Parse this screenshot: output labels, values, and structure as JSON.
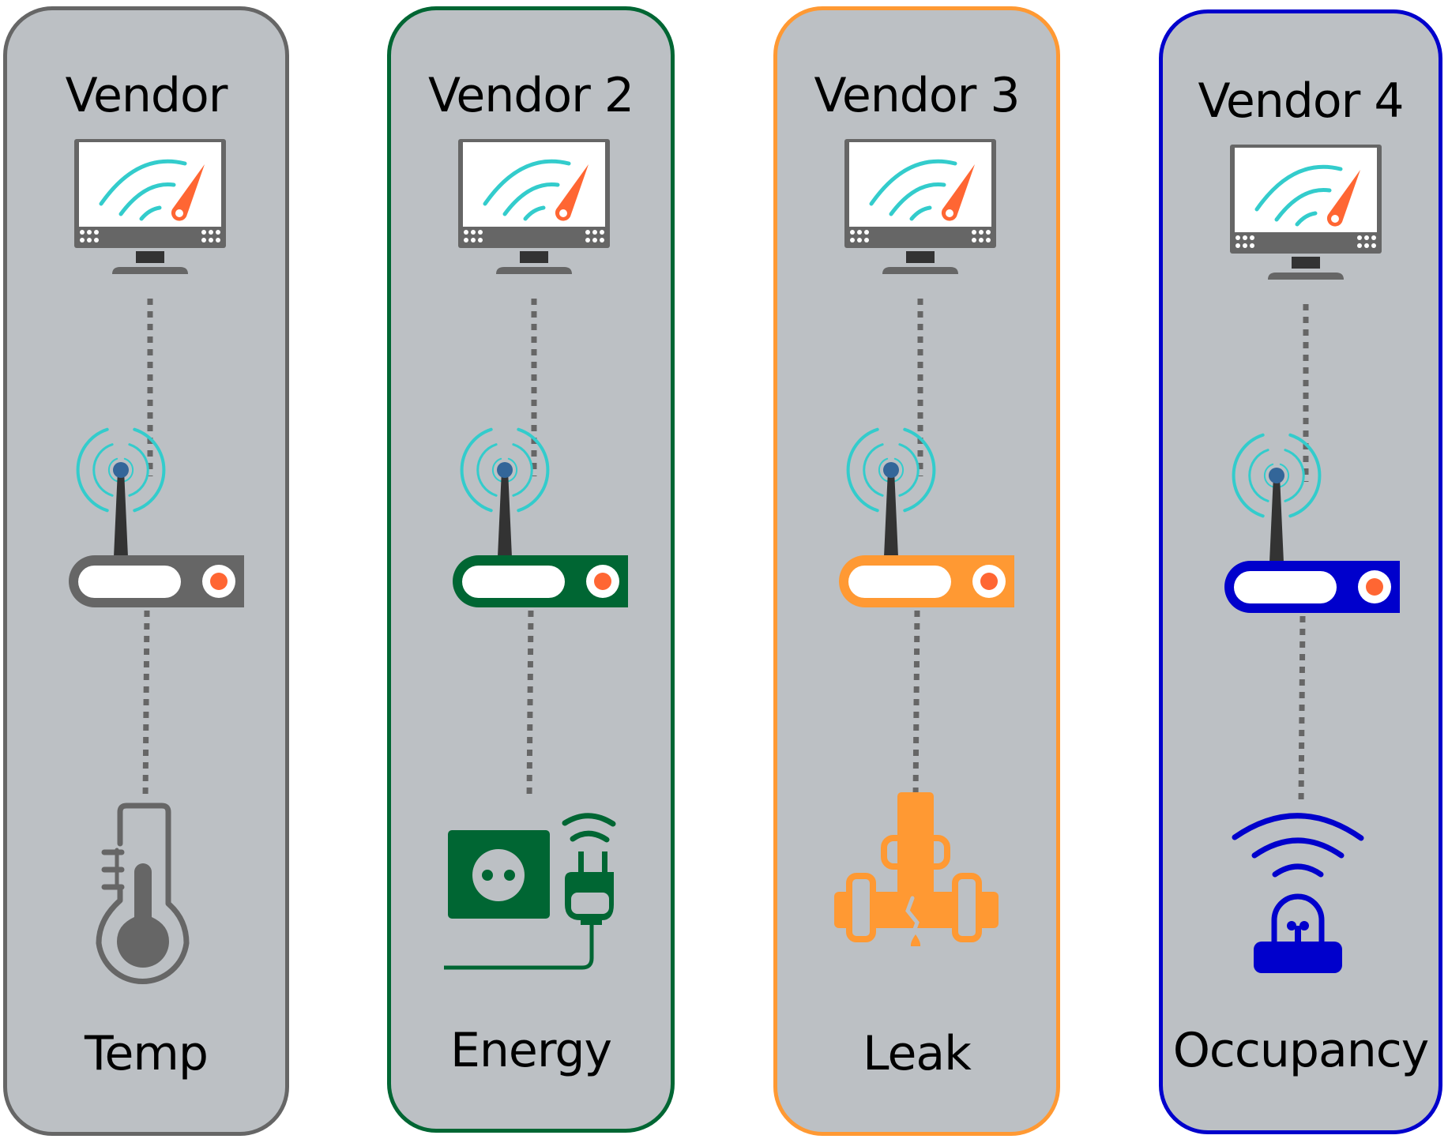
{
  "diagram": {
    "type": "vendor-silo-comparison",
    "shared_colors": {
      "card_background": "#BCC0C4",
      "monitor_frame": "#666666",
      "monitor_stand": "#333333",
      "gauge_arcs": "#33CCCC",
      "gauge_needle": "#FF6633",
      "antenna": "#333333",
      "antenna_tip": "#336699",
      "router_led": "#FF6633",
      "connector_dots": "#666666",
      "text": "#000000"
    },
    "cards": [
      {
        "title": "Vendor",
        "label": "Temp",
        "accent": "#666666",
        "top_icon": "monitor-dashboard-icon",
        "middle_icon": "wireless-router-icon",
        "bottom_icon": "thermometer-icon"
      },
      {
        "title": "Vendor 2",
        "label": "Energy",
        "accent": "#006633",
        "top_icon": "monitor-dashboard-icon",
        "middle_icon": "wireless-router-icon",
        "bottom_icon": "smart-plug-outlet-icon"
      },
      {
        "title": "Vendor 3",
        "label": "Leak",
        "accent": "#FF9933",
        "top_icon": "monitor-dashboard-icon",
        "middle_icon": "wireless-router-icon",
        "bottom_icon": "leaking-pipe-icon"
      },
      {
        "title": "Vendor 4",
        "label": "Occupancy",
        "accent": "#0000CC",
        "top_icon": "monitor-dashboard-icon",
        "middle_icon": "wireless-router-icon",
        "bottom_icon": "occupancy-sensor-icon"
      }
    ]
  }
}
